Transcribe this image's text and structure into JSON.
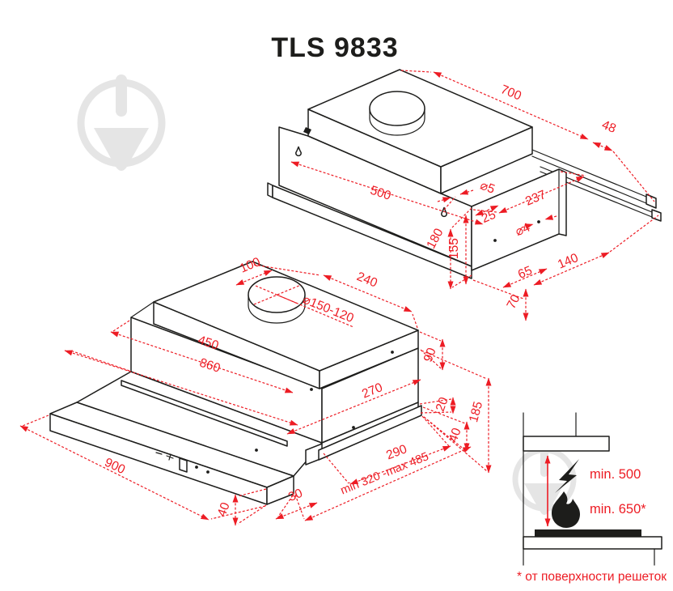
{
  "title": "TLS 9833",
  "top_view": {
    "dims": {
      "width_700": "700",
      "rail_ext_48": "48",
      "mount_span_500": "500",
      "mount_hole_dia": "⌀5",
      "front_237": "237",
      "offset_25": "25",
      "front_hole_dia": "⌀4",
      "height_180": "180",
      "height_155": "155",
      "depth_65": "65",
      "depth_140": "140",
      "drop_70": "70"
    }
  },
  "bottom_view": {
    "dims": {
      "duct_offset_100": "100",
      "top_depth_240": "240",
      "duct_dia": "⌀150-120",
      "inner_span_450": "450",
      "body_width_860": "860",
      "housing_270": "270",
      "top_height_90": "90",
      "ledge_20": "20",
      "frame_40": "40",
      "total_height_185": "185",
      "depth_290": "290",
      "slide_range": "min 320 -max 485",
      "visor_30": "30",
      "panel_40": "40",
      "panel_width_900": "900"
    }
  },
  "clearance_inset": {
    "electric_min": "min. 500",
    "gas_min": "min. 650*"
  },
  "footnote": "* от поверхности решеток",
  "colors": {
    "dimension_red": "#ed1c24",
    "drawing_black": "#1d1d1b",
    "watermark_gray": "#e5e5e5"
  }
}
